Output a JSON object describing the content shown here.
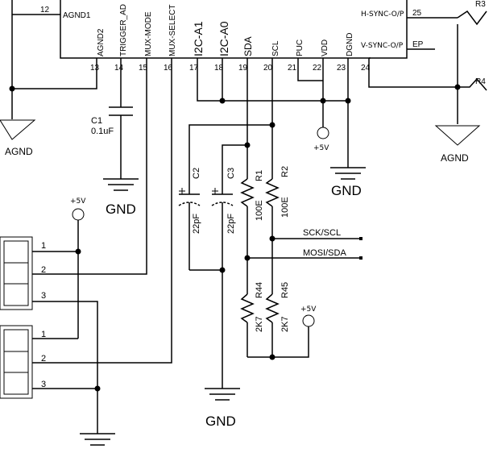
{
  "ic_left_pins": [
    {
      "name": "AGND2",
      "num": "13"
    },
    {
      "name": "TRIGGER_AD",
      "num": "14"
    },
    {
      "name": "MUX-MODE",
      "num": "15"
    },
    {
      "name": "MUX-SELECT",
      "num": "16"
    },
    {
      "name": "I2C-A1",
      "num": "17"
    },
    {
      "name": "I2C-A0",
      "num": "18"
    },
    {
      "name": "SDA",
      "num": "19"
    },
    {
      "name": "SCL",
      "num": "20"
    },
    {
      "name": "PUC",
      "num": "21"
    },
    {
      "name": "VDD",
      "num": "22"
    },
    {
      "name": "DGND",
      "num": "23"
    }
  ],
  "ic_pin12": {
    "name": "AGND1",
    "num": "12"
  },
  "ic_right": {
    "hsync": "H-SYNC-O/P",
    "hsync_num": "25",
    "vsync": "V-SYNC-O/P",
    "ep": "EP",
    "num24": "24",
    "r3": "R3",
    "r4": "R4"
  },
  "grounds": {
    "agnd_left": "AGND",
    "agnd_right": "AGND",
    "gnd_c1": "GND",
    "gnd_dgnd": "GND",
    "gnd_caps": "GND"
  },
  "supplies": {
    "vdd": "+5V",
    "conn": "+5V",
    "pullup": "+5V"
  },
  "c1": {
    "ref": "C1",
    "value": "0.1uF"
  },
  "c2": {
    "ref": "C2",
    "value": "22pF"
  },
  "c3": {
    "ref": "C3",
    "value": "22pF"
  },
  "r1": {
    "ref": "R1",
    "value": "100E"
  },
  "r2": {
    "ref": "R2",
    "value": "100E"
  },
  "r44": {
    "ref": "R44",
    "value": "2K7"
  },
  "r45": {
    "ref": "R45",
    "value": "2K7"
  },
  "signals": {
    "sck": "SCK/SCL",
    "mosi": "MOSI/SDA"
  },
  "conn1_pins": [
    "1",
    "2",
    "3"
  ],
  "conn2_pins": [
    "1",
    "2",
    "3"
  ]
}
